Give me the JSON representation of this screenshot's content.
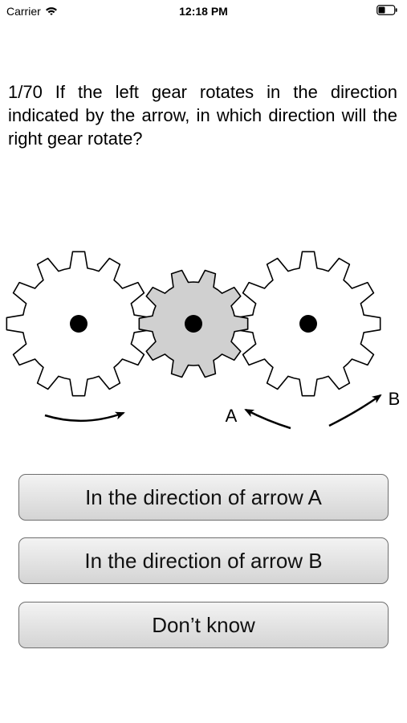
{
  "status_bar": {
    "carrier": "Carrier",
    "time": "12:18 PM",
    "wifi_icon": "wifi-icon",
    "battery_icon": "battery-icon"
  },
  "question": {
    "text": "1/70 If the left gear rotates in the direction indicated by the arrow, in which direction will the right gear rotate?"
  },
  "diagram": {
    "label_a": "A",
    "label_b": "B",
    "gear_colors": {
      "left": "#ffffff",
      "middle": "#d0d0d0",
      "right": "#ffffff"
    }
  },
  "answers": [
    {
      "label": "In the direction of arrow A"
    },
    {
      "label": "In the direction of arrow B"
    },
    {
      "label": "Don’t know"
    }
  ]
}
